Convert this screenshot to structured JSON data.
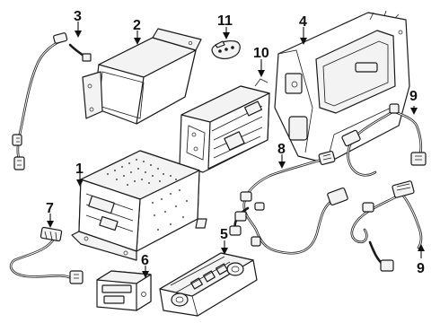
{
  "callouts": {
    "c1": "1",
    "c2": "2",
    "c3": "3",
    "c4": "4",
    "c5": "5",
    "c6": "6",
    "c7": "7",
    "c8": "8",
    "c9a": "9",
    "c9b": "9",
    "c10": "10",
    "c11": "11"
  }
}
